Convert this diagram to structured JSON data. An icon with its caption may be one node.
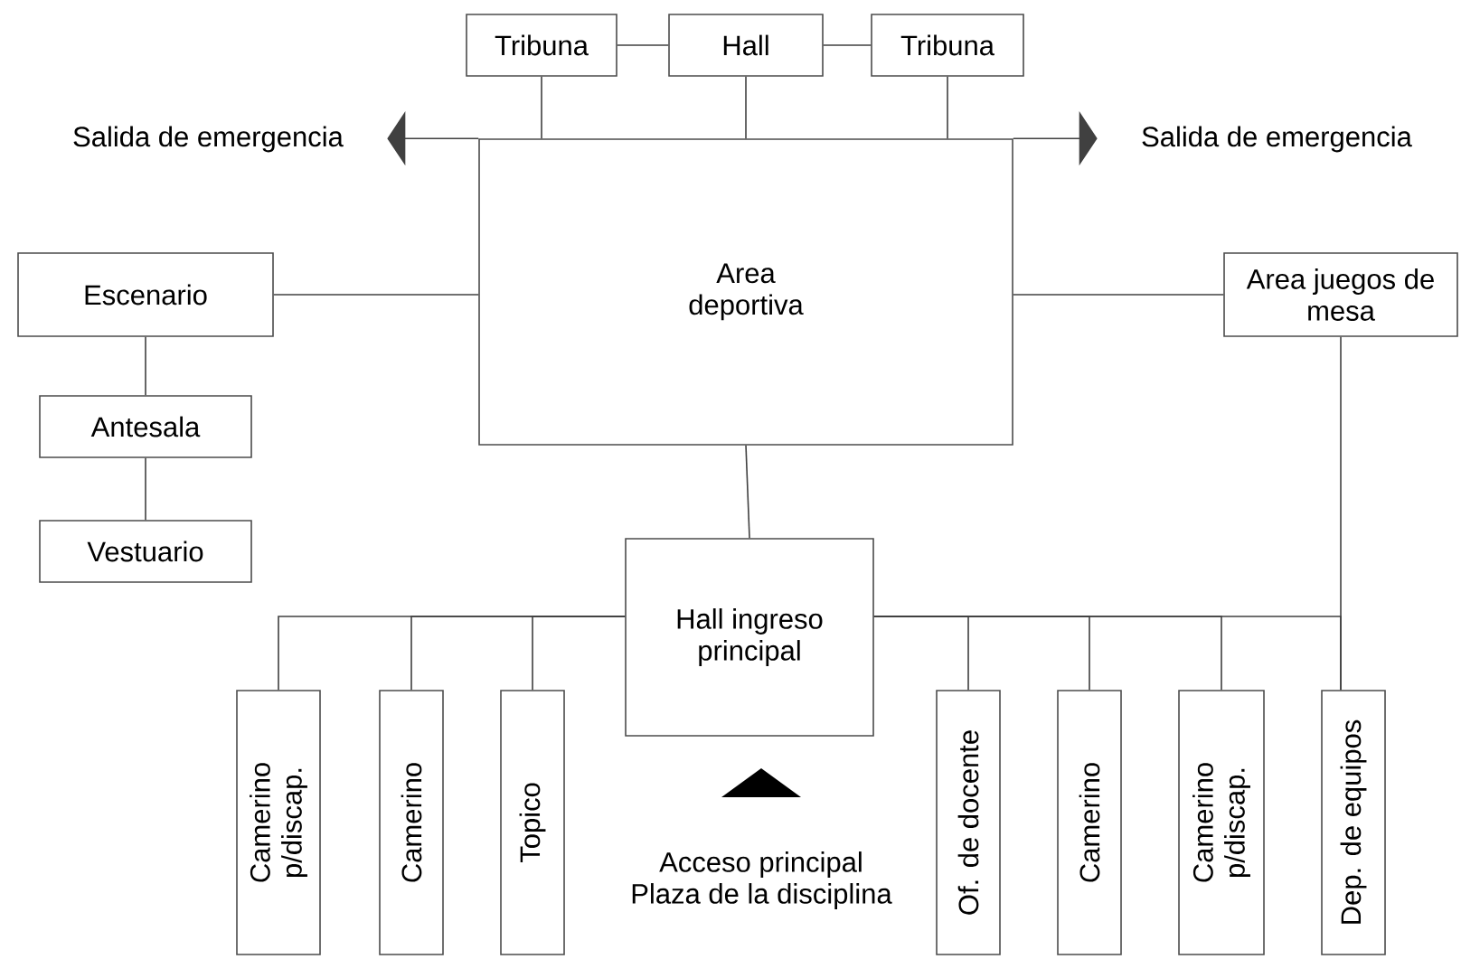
{
  "diagram": {
    "nodes": [
      {
        "text": [
          "Tribuna"
        ]
      },
      {
        "text": [
          "Hall"
        ]
      },
      {
        "text": [
          "Tribuna"
        ]
      },
      {
        "text": [
          "Salida de emergencia"
        ]
      },
      {
        "text": [
          "Salida de emergencia"
        ]
      },
      {
        "text": [
          "Area deportiva"
        ]
      },
      {
        "text": [
          "Escenario"
        ]
      },
      {
        "text": [
          "Area juegos de mesa"
        ]
      },
      {
        "text": [
          "Antesala"
        ]
      },
      {
        "text": [
          "Vestuario"
        ]
      },
      {
        "text": [
          "Hall ingreso principal"
        ]
      },
      {
        "text": [
          "Camerino p/discap."
        ]
      },
      {
        "text": [
          "Camerino"
        ]
      },
      {
        "text": [
          "Topico"
        ]
      },
      {
        "text": [
          "Of. de docente"
        ]
      },
      {
        "text": [
          "Camerino"
        ]
      },
      {
        "text": [
          "Camerino p/discap."
        ]
      },
      {
        "text": [
          "Dep. de equipos"
        ]
      }
    ],
    "edges": [
      {
        "from": 0,
        "to": 1,
        "arrow": "none"
      },
      {
        "from": 1,
        "to": 2,
        "arrow": "none"
      },
      {
        "from": 0,
        "to": 5,
        "arrow": "none"
      },
      {
        "from": 1,
        "to": 5,
        "arrow": "none"
      },
      {
        "from": 2,
        "to": 5,
        "arrow": "none"
      },
      {
        "from": 5,
        "to": 3,
        "arrow": "to"
      },
      {
        "from": 5,
        "to": 4,
        "arrow": "to"
      },
      {
        "from": 6,
        "to": 5,
        "arrow": "none"
      },
      {
        "from": 5,
        "to": 7,
        "arrow": "none"
      },
      {
        "from": 6,
        "to": 8,
        "arrow": "none"
      },
      {
        "from": 8,
        "to": 9,
        "arrow": "none"
      },
      {
        "from": 5,
        "to": 10,
        "arrow": "none"
      },
      {
        "from": 10,
        "to": 11,
        "arrow": "none"
      },
      {
        "from": 10,
        "to": 12,
        "arrow": "none"
      },
      {
        "from": 10,
        "to": 13,
        "arrow": "none"
      },
      {
        "from": 10,
        "to": 14,
        "arrow": "none"
      },
      {
        "from": 10,
        "to": 15,
        "arrow": "none"
      },
      {
        "from": 10,
        "to": 16,
        "arrow": "none"
      },
      {
        "from": 10,
        "to": 17,
        "arrow": "none"
      },
      {
        "from": 7,
        "to": 17,
        "arrow": "none"
      }
    ],
    "labels": [
      "Acceso principal Plaza de la disciplina"
    ]
  }
}
